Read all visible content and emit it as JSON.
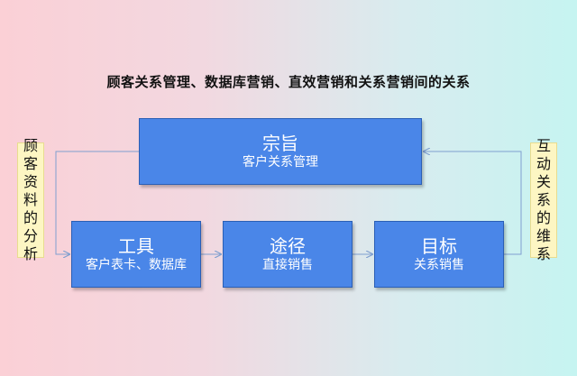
{
  "title": "顾客关系管理、数据库营销、直效营销和关系营销间的关系",
  "nodes": {
    "purpose": {
      "main": "宗旨",
      "sub": "客户关系管理"
    },
    "tool": {
      "main": "工具",
      "sub": "客户表卡、数据库"
    },
    "way": {
      "main": "途径",
      "sub": "直接销售"
    },
    "goal": {
      "main": "目标",
      "sub": "关系销售"
    }
  },
  "side_labels": {
    "left": "顾客资料的分析",
    "right": "互动关系的维系"
  },
  "colors": {
    "box_fill": "#4a86e8",
    "box_text": "#ffffff",
    "side_fill": "#fdf6c3",
    "connector": "#7f9fcf"
  }
}
